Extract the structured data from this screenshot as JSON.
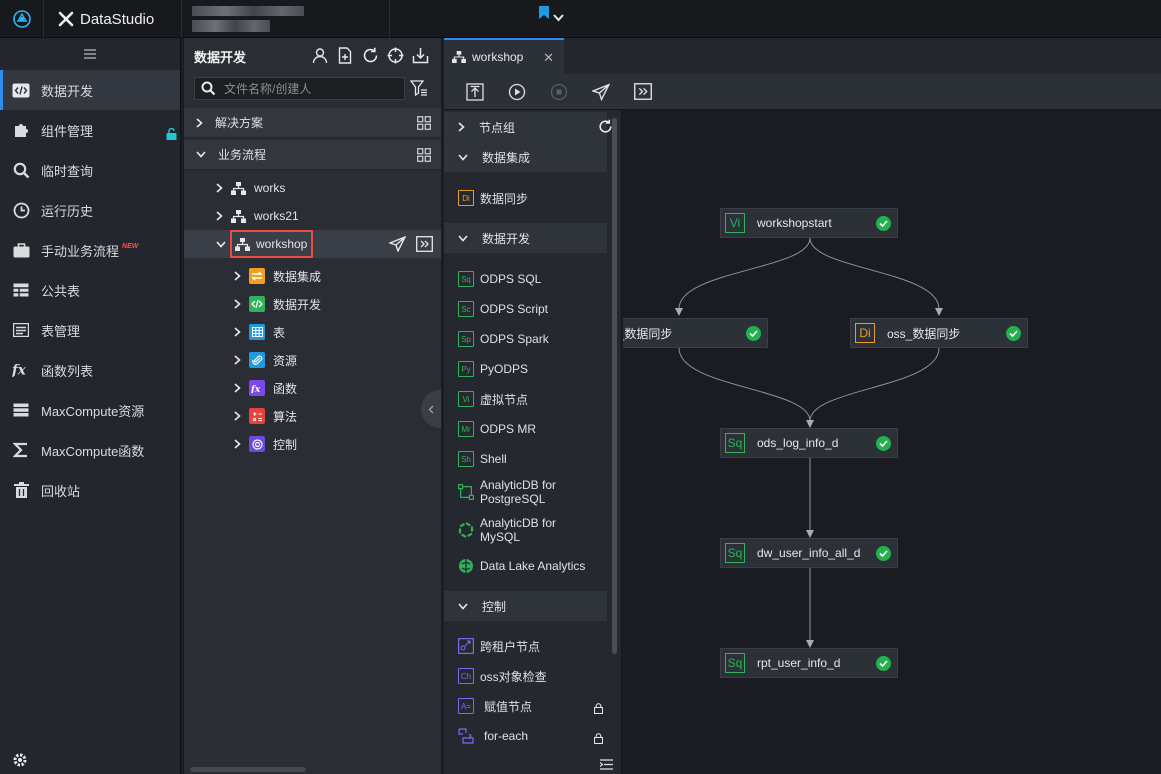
{
  "topbar": {
    "brand": "DataStudio",
    "logo_icon": "dataworks-logo-icon",
    "project_name_blurred": true
  },
  "leftnav": {
    "items": [
      {
        "label": "数据开发",
        "icon": "code-icon",
        "active": true
      },
      {
        "label": "组件管理",
        "icon": "puzzle-icon"
      },
      {
        "label": "临时查询",
        "icon": "search-icon"
      },
      {
        "label": "运行历史",
        "icon": "clock-icon"
      },
      {
        "label": "手动业务流程",
        "icon": "briefcase-icon",
        "badge": "NEW"
      },
      {
        "label": "公共表",
        "icon": "table-icon"
      },
      {
        "label": "表管理",
        "icon": "list-icon"
      },
      {
        "label": "函数列表",
        "icon": "fx-icon"
      },
      {
        "label": "MaxCompute资源",
        "icon": "server-icon"
      },
      {
        "label": "MaxCompute函数",
        "icon": "sigma-icon"
      },
      {
        "label": "回收站",
        "icon": "trash-icon"
      }
    ]
  },
  "explorer": {
    "title": "数据开发",
    "search_placeholder": "文件名称/创建人",
    "sections": [
      "解决方案",
      "业务流程"
    ],
    "flows": [
      "works",
      "works21",
      "workshop"
    ],
    "folders": [
      {
        "label": "数据集成",
        "color": "#f0a020"
      },
      {
        "label": "数据开发",
        "color": "#2fb25a"
      },
      {
        "label": "表",
        "color": "#1e9be0"
      },
      {
        "label": "资源",
        "color": "#1e9be0"
      },
      {
        "label": "函数",
        "color": "#7a4ae8"
      },
      {
        "label": "算法",
        "color": "#e8413c"
      },
      {
        "label": "控制",
        "color": "#6a4be0"
      }
    ]
  },
  "editor": {
    "tab_label": "workshop",
    "palette": {
      "groups": [
        "节点组",
        "数据集成",
        "数据开发",
        "控制"
      ],
      "items_integration": [
        {
          "code": "Di",
          "label": "数据同步"
        }
      ],
      "items_dev": [
        {
          "code": "Sq",
          "label": "ODPS SQL"
        },
        {
          "code": "Sc",
          "label": "ODPS Script"
        },
        {
          "code": "Sp",
          "label": "ODPS Spark"
        },
        {
          "code": "Py",
          "label": "PyODPS"
        },
        {
          "code": "Vi",
          "label": "虚拟节点"
        },
        {
          "code": "Mr",
          "label": "ODPS MR"
        },
        {
          "code": "Sh",
          "label": "Shell"
        },
        {
          "code": "",
          "label": "AnalyticDB for PostgreSQL"
        },
        {
          "code": "",
          "label": "AnalyticDB for MySQL"
        },
        {
          "code": "",
          "label": "Data Lake Analytics"
        }
      ],
      "items_control": [
        {
          "code": "",
          "label": "跨租户节点"
        },
        {
          "code": "Ch",
          "label": "oss对象检查"
        },
        {
          "code": "A=",
          "label": "赋值节点",
          "locked": true
        },
        {
          "code": "",
          "label": "for-each",
          "locked": true
        }
      ]
    },
    "dag_nodes": [
      {
        "code": "Vi",
        "label": "workshopstart",
        "status": "success"
      },
      {
        "code": "",
        "label": "rds_数据同步",
        "status": "success"
      },
      {
        "code": "Di",
        "label": "oss_数据同步",
        "status": "success"
      },
      {
        "code": "Sq",
        "label": "ods_log_info_d",
        "status": "success"
      },
      {
        "code": "Sq",
        "label": "dw_user_info_all_d",
        "status": "success"
      },
      {
        "code": "Sq",
        "label": "rpt_user_info_d",
        "status": "success"
      }
    ],
    "dag_visible_rds_label": "rds_数据同步"
  },
  "colors": {
    "accent": "#2d8cf0",
    "success": "#23b14d",
    "highlight_box": "#e84c3d"
  }
}
